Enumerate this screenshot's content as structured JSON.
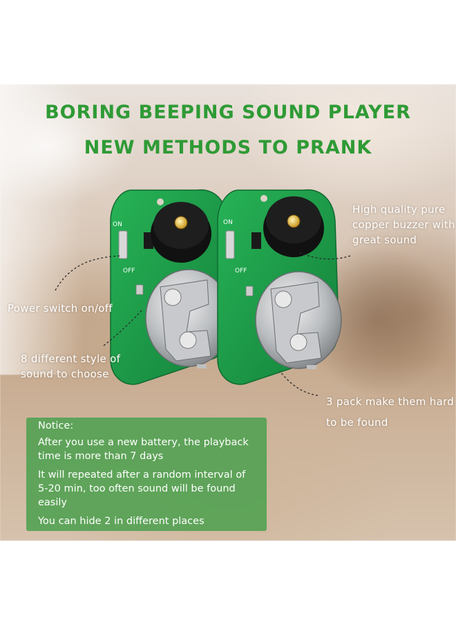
{
  "heading": {
    "line1": "BORING BEEPING SOUND PLAYER",
    "line2": "NEW METHODS TO PRANK"
  },
  "board": {
    "switch_on_label": "ON",
    "switch_off_label": "OFF"
  },
  "callouts": {
    "buzzer": [
      "High quality pure",
      "copper buzzer with",
      "great sound"
    ],
    "power": "Power switch on/off",
    "styles": [
      "8 different style of",
      "sound to choose"
    ],
    "pack": [
      "3 pack make them hard",
      "to be found"
    ]
  },
  "notice": {
    "title": "Notice:",
    "item1": [
      "After you use a new battery, the playback",
      "time is more than 7 days"
    ],
    "item2": [
      "It will repeated after a random interval of",
      "5-20 min, too often sound will be found",
      "easily"
    ],
    "item3": "You can hide 2 in different places"
  },
  "colors": {
    "title_green": "#2e9b35",
    "pcb_green": "#1f9e4a",
    "notice_green": "#4ea050"
  }
}
